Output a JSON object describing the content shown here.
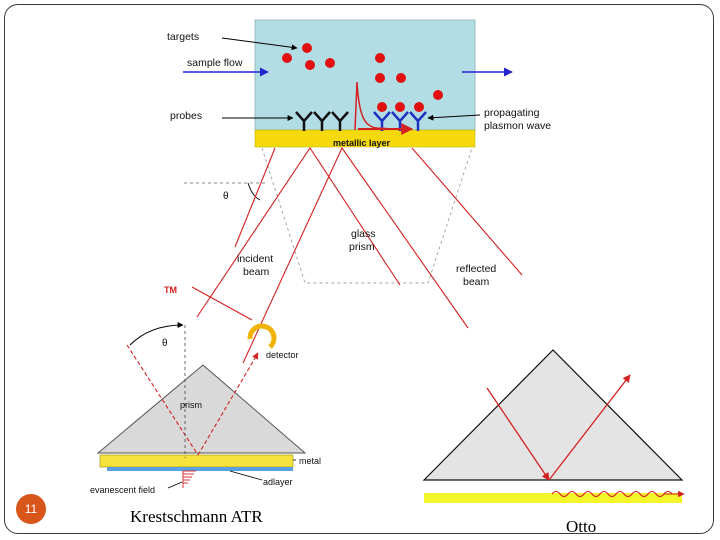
{
  "slide": {
    "page_number": "11",
    "caption_left": "Krestschmann ATR",
    "caption_right": "Otto"
  },
  "spr_diagram": {
    "targets_label": "targets",
    "sample_flow_label": "sample flow",
    "probes_label": "probes",
    "propagating_label_line1": "propagating",
    "propagating_label_line2": "plasmon wave",
    "metallic_layer_label": "metallic layer",
    "theta_label": "θ",
    "glass_label_line1": "glass",
    "glass_label_line2": "prism",
    "incident_label_line1": "incident",
    "incident_label_line2": "beam",
    "reflected_label_line1": "reflected",
    "reflected_label_line2": "beam",
    "tm_label": "TM"
  },
  "kretschmann_diagram": {
    "theta_label": "θ",
    "detector_label": "detector",
    "prism_label": "prism",
    "metal_label": "metal",
    "adlayer_label": "adlayer",
    "evanescent_label": "evanescent field"
  },
  "colors": {
    "sample_cell": "#b3dde4",
    "gold_layer": "#f5d90c",
    "beam_red": "#d42020",
    "arrow_blue": "#2424d0",
    "prism_gray": "#d9d9d9",
    "otto_yellow": "#f4f42a",
    "badge_orange": "#d9561b"
  }
}
